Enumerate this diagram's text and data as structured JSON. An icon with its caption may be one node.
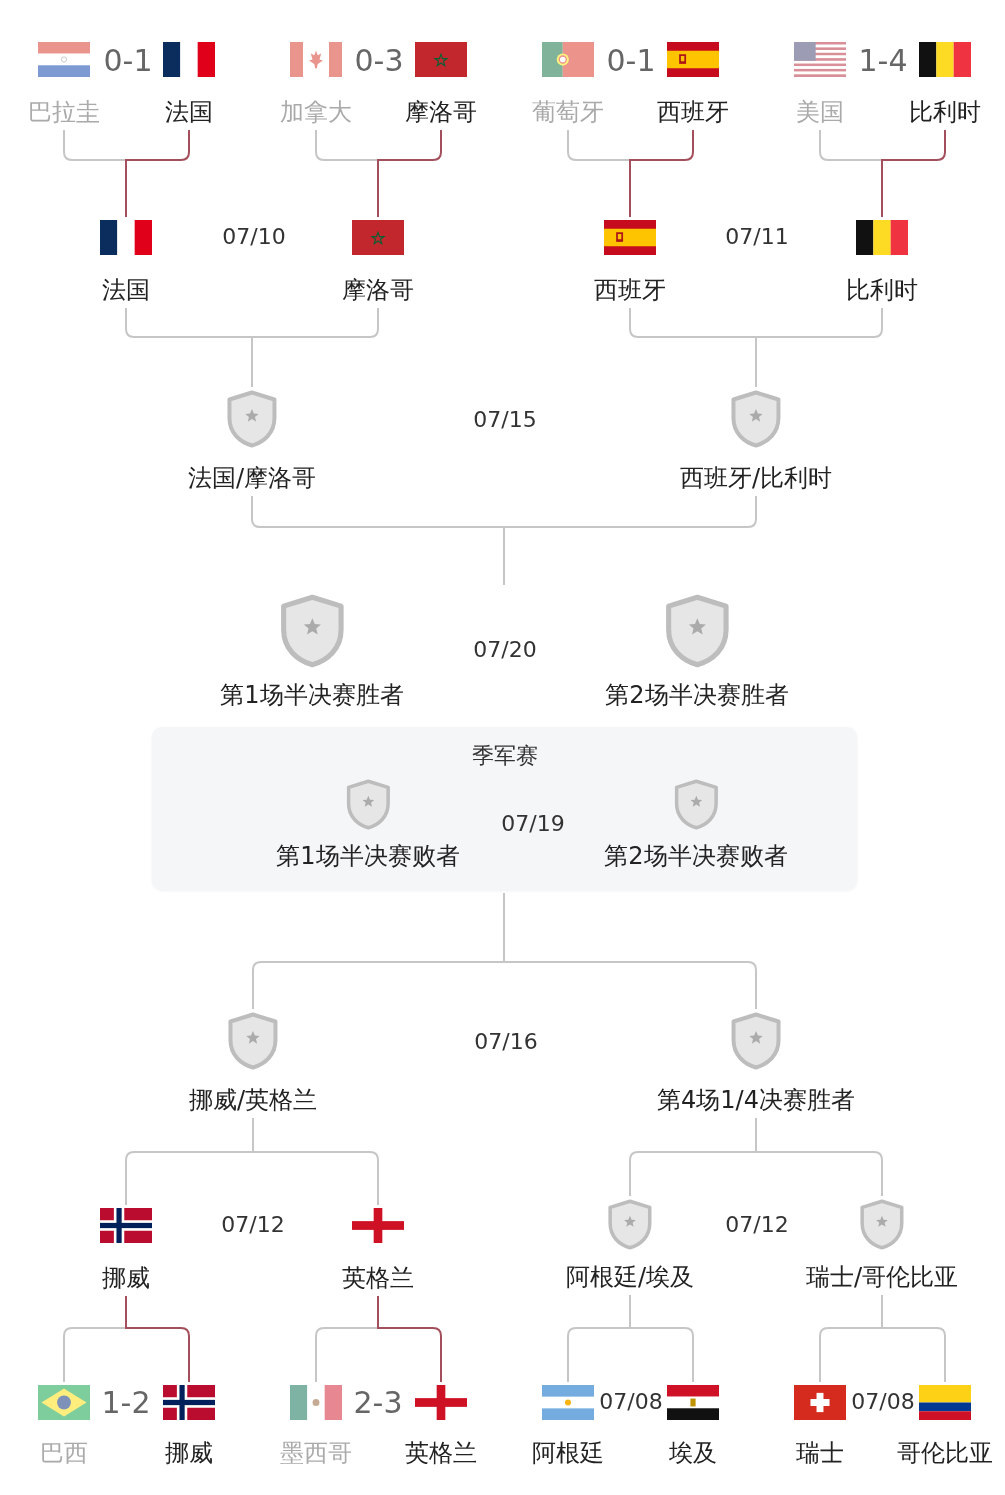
{
  "diagram": {
    "nodes": [
      {
        "text": [
          "巴拉圭"
        ]
      },
      {
        "text": [
          "法国"
        ]
      },
      {
        "text": [
          "加拿大"
        ]
      },
      {
        "text": [
          "摩洛哥"
        ]
      },
      {
        "text": [
          "葡萄牙"
        ]
      },
      {
        "text": [
          "西班牙"
        ]
      },
      {
        "text": [
          "美国"
        ]
      },
      {
        "text": [
          "比利时"
        ]
      },
      {
        "text": [
          "法国"
        ]
      },
      {
        "text": [
          "摩洛哥"
        ]
      },
      {
        "text": [
          "西班牙"
        ]
      },
      {
        "text": [
          "比利时"
        ]
      },
      {
        "text": [
          "法国/摩洛哥"
        ]
      },
      {
        "text": [
          "西班牙/比利时"
        ]
      },
      {
        "text": [
          "第1场半决赛胜者"
        ]
      },
      {
        "text": [
          "第2场半决赛胜者"
        ]
      },
      {
        "text": [
          "季军赛"
        ]
      },
      {
        "text": [
          "第1场半决赛败者"
        ],
        "in": 16
      },
      {
        "text": [
          "第2场半决赛败者"
        ],
        "in": 16
      },
      {
        "text": [
          "挪威/英格兰"
        ]
      },
      {
        "text": [
          "第4场1/4决赛胜者"
        ]
      },
      {
        "text": [
          "挪威"
        ]
      },
      {
        "text": [
          "英格兰"
        ]
      },
      {
        "text": [
          "阿根廷/埃及"
        ]
      },
      {
        "text": [
          "瑞士/哥伦比亚"
        ]
      },
      {
        "text": [
          "巴西"
        ]
      },
      {
        "text": [
          "挪威"
        ]
      },
      {
        "text": [
          "墨西哥"
        ]
      },
      {
        "text": [
          "英格兰"
        ]
      },
      {
        "text": [
          "阿根廷"
        ]
      },
      {
        "text": [
          "埃及"
        ]
      },
      {
        "text": [
          "瑞士"
        ]
      },
      {
        "text": [
          "哥伦比亚"
        ]
      }
    ],
    "edges": [
      {
        "from": 0,
        "to": 8,
        "arrow": "none"
      },
      {
        "from": 1,
        "to": 8,
        "arrow": "none",
        "color": "#a4505c"
      },
      {
        "from": 2,
        "to": 9,
        "arrow": "none"
      },
      {
        "from": 3,
        "to": 9,
        "arrow": "none",
        "color": "#a4505c"
      },
      {
        "from": 4,
        "to": 10,
        "arrow": "none"
      },
      {
        "from": 5,
        "to": 10,
        "arrow": "none",
        "color": "#a4505c"
      },
      {
        "from": 6,
        "to": 11,
        "arrow": "none"
      },
      {
        "from": 7,
        "to": 11,
        "arrow": "none",
        "color": "#a4505c"
      },
      {
        "from": 8,
        "to": 12,
        "arrow": "none"
      },
      {
        "from": 9,
        "to": 12,
        "arrow": "none"
      },
      {
        "from": 10,
        "to": 13,
        "arrow": "none"
      },
      {
        "from": 11,
        "to": 13,
        "arrow": "none"
      },
      {
        "from": 12,
        "to": null,
        "arrow": "none"
      },
      {
        "from": 13,
        "to": null,
        "arrow": "none"
      },
      {
        "from": 19,
        "to": 16,
        "arrow": "none"
      },
      {
        "from": 20,
        "to": 16,
        "arrow": "none"
      },
      {
        "from": 21,
        "to": 19,
        "arrow": "none"
      },
      {
        "from": 22,
        "to": 19,
        "arrow": "none"
      },
      {
        "from": 23,
        "to": 20,
        "arrow": "none"
      },
      {
        "from": 24,
        "to": 20,
        "arrow": "none"
      },
      {
        "from": 25,
        "to": 21,
        "arrow": "none"
      },
      {
        "from": 26,
        "to": 21,
        "arrow": "none",
        "color": "#a4505c"
      },
      {
        "from": 27,
        "to": 22,
        "arrow": "none"
      },
      {
        "from": 28,
        "to": 22,
        "arrow": "none",
        "color": "#a4505c"
      },
      {
        "from": 29,
        "to": 23,
        "arrow": "none"
      },
      {
        "from": 30,
        "to": 23,
        "arrow": "none"
      },
      {
        "from": 31,
        "to": 24,
        "arrow": "none"
      },
      {
        "from": 32,
        "to": 24,
        "arrow": "none"
      }
    ],
    "labels": [
      "0-1",
      "0-3",
      "0-1",
      "1-4",
      "07/10",
      "07/11",
      "07/15",
      "07/20",
      "07/19",
      "07/16",
      "07/12",
      "07/12",
      "1-2",
      "2-3",
      "07/08",
      "07/08"
    ]
  }
}
